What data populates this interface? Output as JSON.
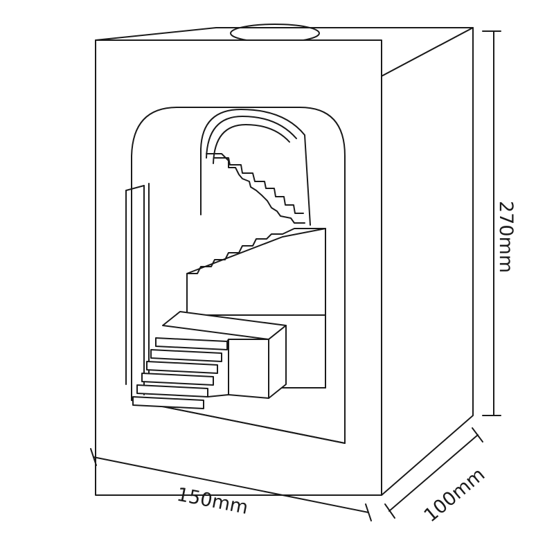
{
  "dimensions": {
    "width_label": "150mm",
    "depth_label": "100mm",
    "height_label": "270mm"
  },
  "colors": {
    "line": "#1a1a1a",
    "fill": "#ffffff"
  }
}
